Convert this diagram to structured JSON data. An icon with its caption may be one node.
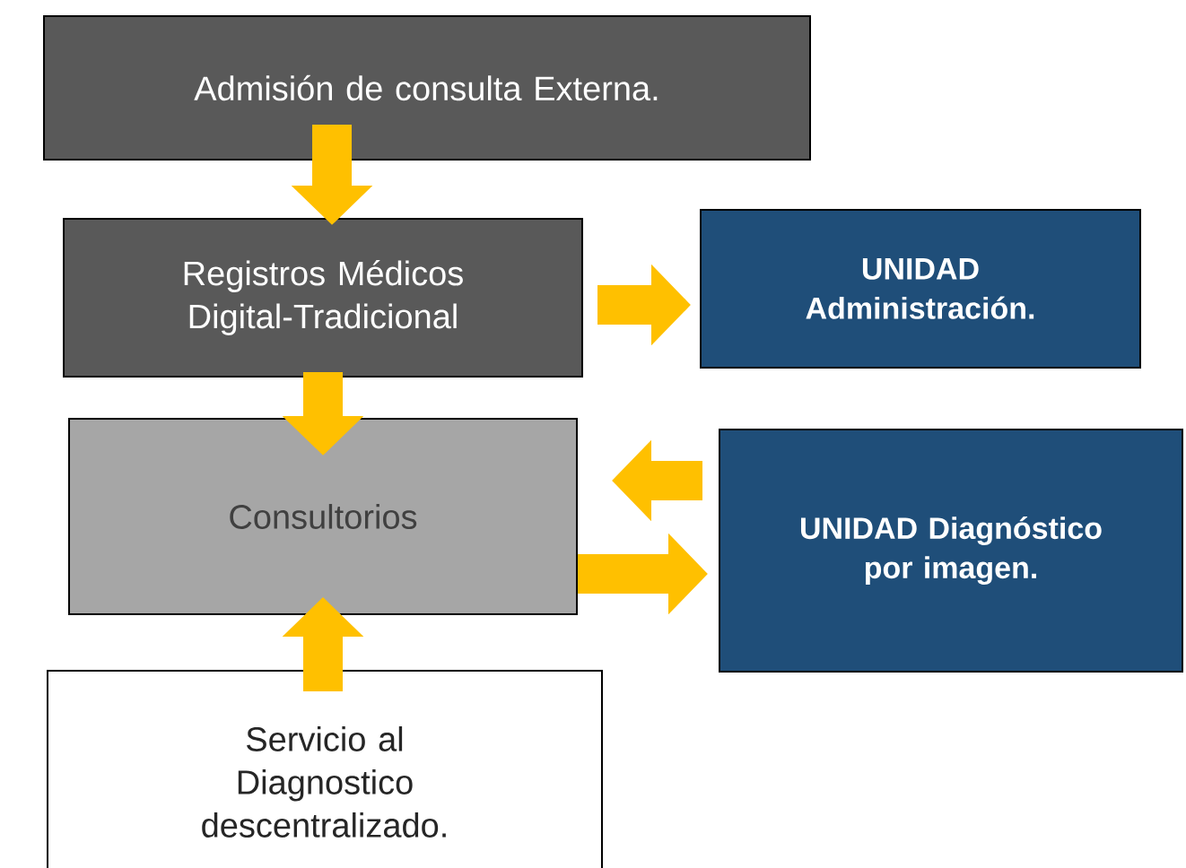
{
  "diagram": {
    "nodes": [
      {
        "text": [
          "Admisión de consulta Externa."
        ]
      },
      {
        "text": [
          "Registros Médicos Digital-Tradicional"
        ]
      },
      {
        "text": [
          "UNIDAD Administración."
        ]
      },
      {
        "text": [
          "Consultorios"
        ]
      },
      {
        "text": [
          "UNIDAD Diagnóstico por imagen."
        ]
      },
      {
        "text": [
          "Servicio al Diagnostico descentralizado."
        ]
      }
    ],
    "edges": [
      {
        "from": 0,
        "to": 1,
        "arrow": "to"
      },
      {
        "from": 1,
        "to": 2,
        "arrow": "to"
      },
      {
        "from": 1,
        "to": 3,
        "arrow": "to"
      },
      {
        "from": 4,
        "to": 3,
        "arrow": "to"
      },
      {
        "from": 3,
        "to": 4,
        "arrow": "to"
      },
      {
        "from": 5,
        "to": 3,
        "arrow": "to"
      }
    ]
  }
}
